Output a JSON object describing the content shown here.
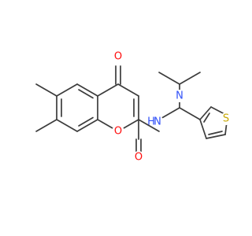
{
  "molecule": {
    "atom_labels": {
      "carbonyl_oxygen": "O",
      "ring_oxygen": "O",
      "amide_oxygen": "O",
      "amide_nitrogen": "N",
      "amide_hydrogen": "H",
      "amine_nitrogen": "N",
      "thiophene_sulfur": "S"
    },
    "colors": {
      "bond": "#3c3c3c",
      "oxygen": "#ff0d0d",
      "nitrogen": "#3050f8",
      "sulfur": "#c8a800"
    }
  }
}
